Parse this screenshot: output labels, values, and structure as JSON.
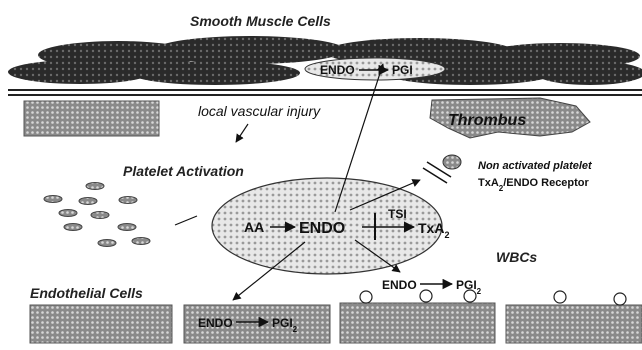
{
  "labels": {
    "smooth_muscle": "Smooth Muscle Cells",
    "local_injury": "local vascular injury",
    "thrombus": "Thrombus",
    "platelet_activation": "Platelet Activation",
    "non_activated_line1": "Non activated platelet",
    "endothelial": "Endothelial Cells",
    "wbcs": "WBCs",
    "aa": "AA",
    "endo": "ENDO",
    "tsi": "TSI"
  },
  "receptor": {
    "tx": "TxA",
    "tx_sub": "2",
    "rest": "/ENDO Receptor"
  },
  "reactions": {
    "smc": {
      "from": "ENDO",
      "to": "PGI",
      "sub": ""
    },
    "txa": {
      "to": "TxA",
      "sub": "2"
    },
    "wbc": {
      "from": "ENDO",
      "to": "PGI",
      "sub": "2"
    },
    "endothelial": {
      "from": "ENDO",
      "to": "PGI",
      "sub": "2"
    }
  },
  "colors": {
    "dark": "#1e1e1e",
    "texture": "#7a7a7a",
    "light": "#e6e6e6"
  }
}
